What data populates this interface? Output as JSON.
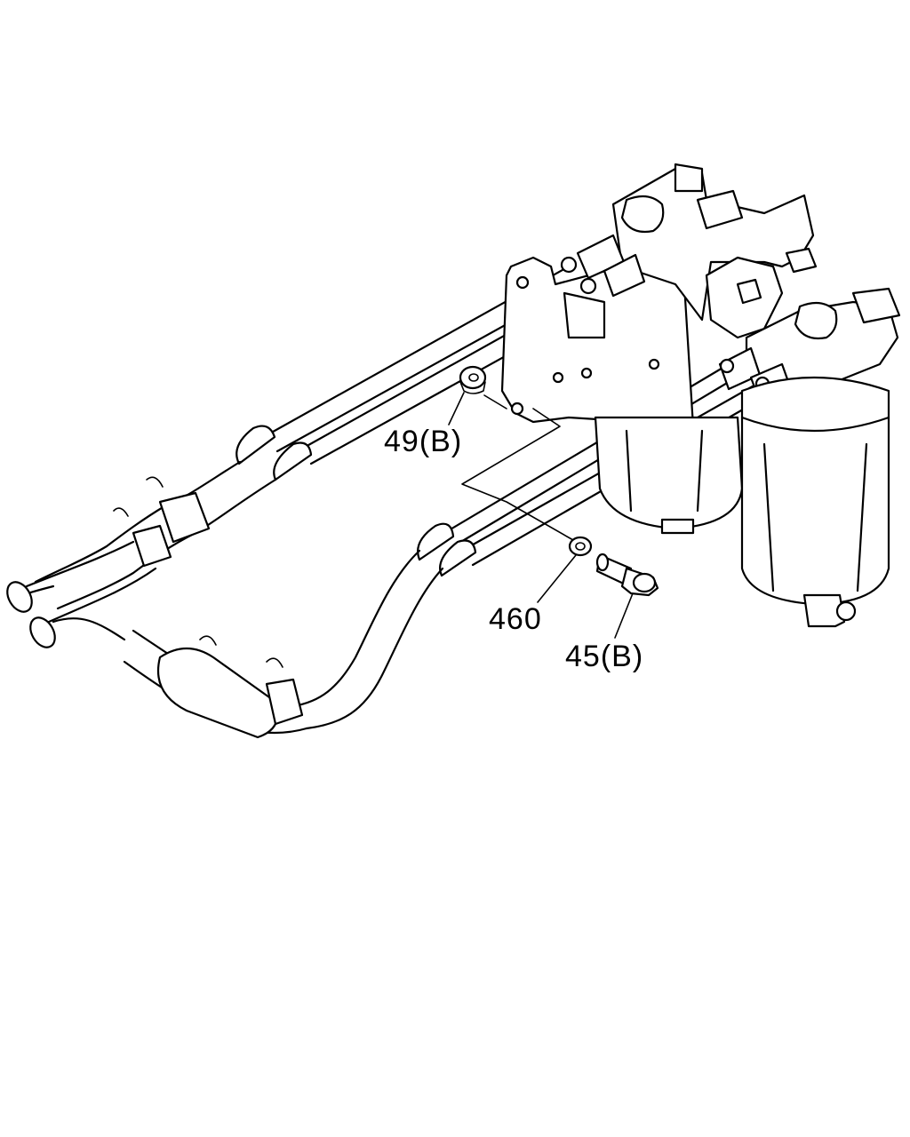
{
  "callouts": {
    "part_49": "49(B)",
    "part_460": "460",
    "part_45": "45(B)"
  },
  "colors": {
    "line": "#000000",
    "background": "#ffffff"
  }
}
